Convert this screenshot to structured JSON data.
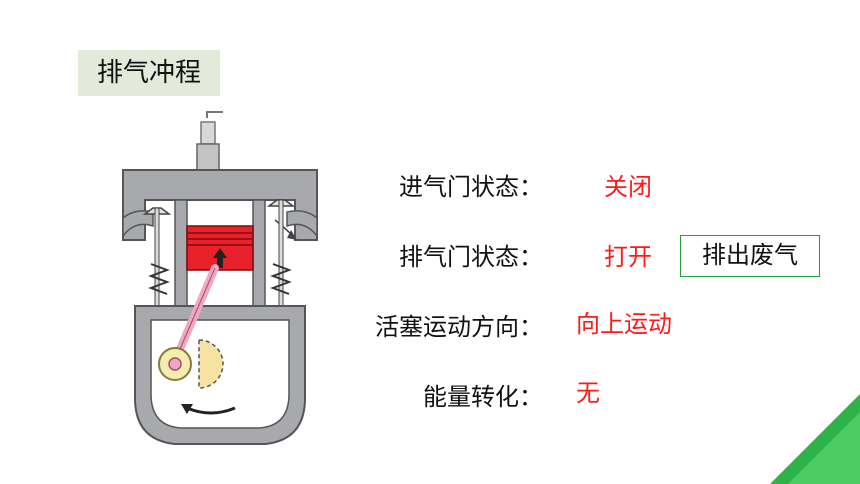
{
  "title": "排气冲程",
  "rows": [
    {
      "label": "进气门状态：",
      "value": "关闭"
    },
    {
      "label": "排气门状态：",
      "value": "打开"
    },
    {
      "label": "活塞运动方向：",
      "value": "向上运动"
    },
    {
      "label": "能量转化：",
      "value": "无"
    }
  ],
  "exhaust_note": "排出废气",
  "colors": {
    "value_text": "#ff1a1a",
    "title_bg": "#e4ead9",
    "note_border": "#1ea03c",
    "piston": "#e8202a",
    "corner_accent": "#2fb24a"
  }
}
